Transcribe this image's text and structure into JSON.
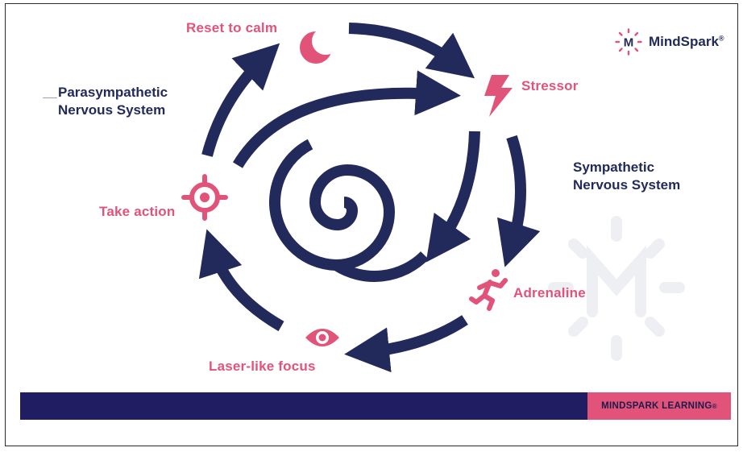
{
  "brand": {
    "name": "MindSpark",
    "mark_letter": "M",
    "registered": "®"
  },
  "labels": {
    "reset": "Reset to calm",
    "stressor": "Stressor",
    "adrenaline": "Adrenaline",
    "focus": "Laser-like focus",
    "action": "Take action"
  },
  "systems": {
    "parasympathetic_line1": "Parasympathetic",
    "parasympathetic_line2": "Nervous System",
    "sympathetic_line1": "Sympathetic",
    "sympathetic_line2": "Nervous System"
  },
  "footer": {
    "tag": "MINDSPARK LEARNING",
    "registered": "®"
  },
  "colors": {
    "navy": "#222a5c",
    "pink": "#e2537a",
    "band": "#201d63"
  },
  "icons": [
    "moon-icon",
    "lightning-icon",
    "runner-icon",
    "eye-icon",
    "target-icon",
    "spiral-graphic",
    "mindspark-logo-icon",
    "watermark-logo"
  ]
}
